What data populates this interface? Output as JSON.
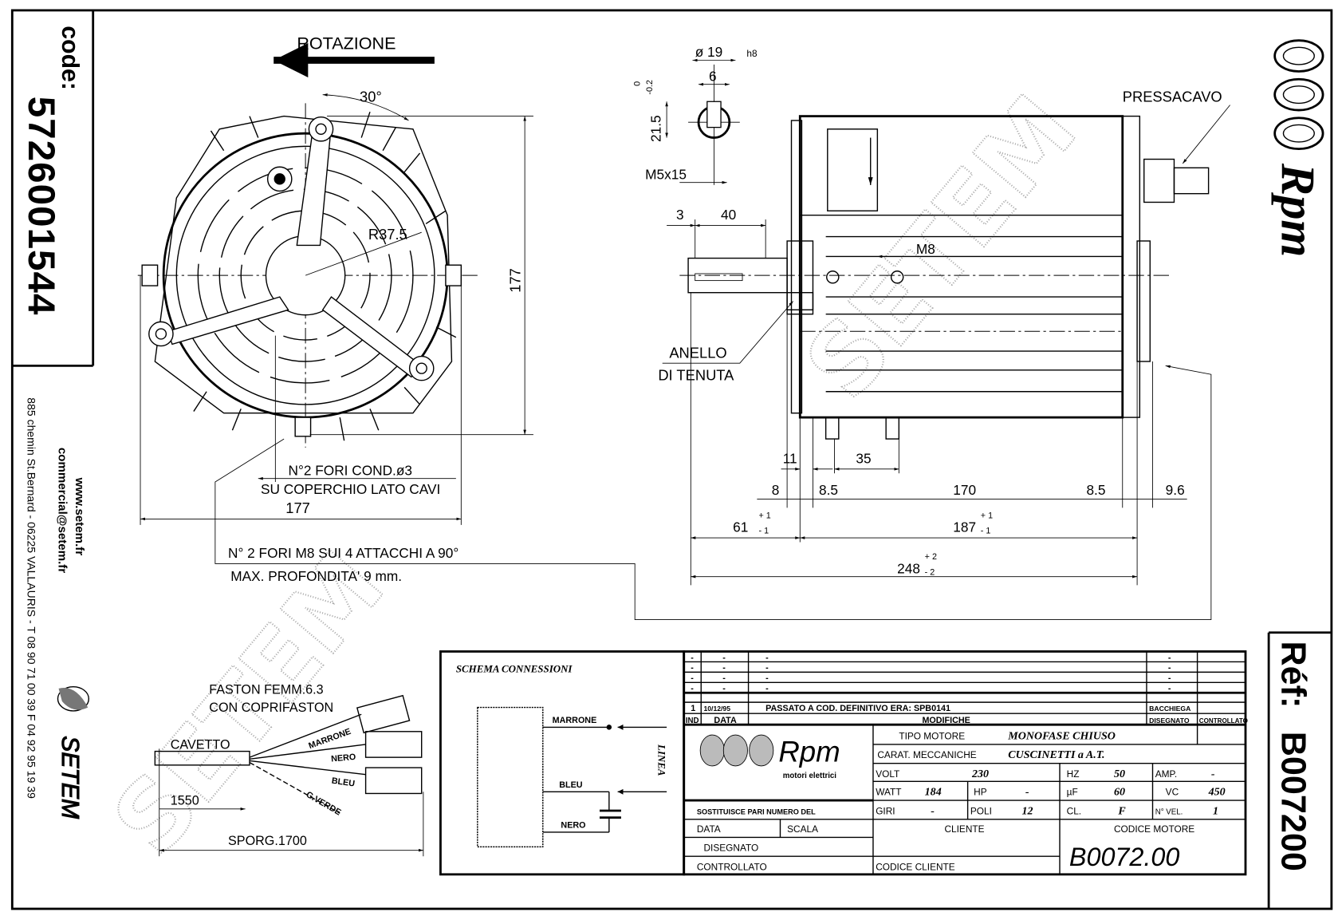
{
  "code_block": {
    "label": "code:",
    "code": "5726001544"
  },
  "contact": {
    "website": "www.setem.fr",
    "email": "commercial@setem.fr",
    "address": "885 chemin St.Bernard  -  06225 VALLAURIS  -  T 08 90 71 00 39   F 04 92 95 19 39",
    "brand": "SETEM"
  },
  "reference": {
    "label": "Réf:",
    "value": "B007200"
  },
  "rpm_logo": {
    "text": "Rpm",
    "subtitle": "motori elettrici"
  },
  "watermark": "SETEM",
  "front_view": {
    "rotation_label": "ROTAZIONE",
    "angle": "30°",
    "radius": "R37.5",
    "height_dim": "177",
    "width_dim": "177",
    "note1_line1": "N°2 FORI COND.ø3",
    "note1_line2": "SU COPERCHIO LATO CAVI",
    "note2_line1": "N° 2 FORI M8 SUI 4 ATTACCHI A 90°",
    "note2_line2": "MAX. PROFONDITA' 9 mm."
  },
  "shaft_detail": {
    "diameter": "ø 19",
    "tolerance": "h8",
    "key_width": "6",
    "key_height": "21.5",
    "key_tol_upper": "0",
    "key_tol_lower": "-0.2",
    "thread": "M5x15"
  },
  "side_view": {
    "gland_label": "PRESSACAVO",
    "seal_label_line1": "ANELLO",
    "seal_label_line2": "DI TENUTA",
    "thread_m8": "M8",
    "shaft_offset": "3",
    "shaft_length": "40",
    "dim_11": "11",
    "dim_35": "35",
    "dim_8": "8",
    "dim_8_5_left": "8.5",
    "dim_170": "170",
    "dim_8_5_right": "8.5",
    "dim_9_6": "9.6",
    "dim_61": "61",
    "dim_61_tol": [
      "+ 1",
      "- 1"
    ],
    "dim_187": "187",
    "dim_187_tol": [
      "+ 1",
      "- 1"
    ],
    "dim_248": "248",
    "dim_248_tol": [
      "+ 2",
      "- 2"
    ]
  },
  "cable": {
    "faston_line1": "FASTON FEMM.6.3",
    "faston_line2": "CON COPRIFASTON",
    "cable_label": "CAVETTO",
    "length_1550": "1550",
    "sporg": "SPORG.1700",
    "wires": [
      "MARRONE",
      "NERO",
      "BLEU",
      "G.VERDE"
    ]
  },
  "schema": {
    "title": "SCHEMA CONNESSIONI",
    "wires": [
      "MARRONE",
      "BLEU",
      "NERO"
    ],
    "line_label": "LINEA"
  },
  "title_block": {
    "revisions": [
      {
        "ind": "-",
        "data": "-",
        "desc": "-",
        "disegnato": "-",
        "controllato": ""
      },
      {
        "ind": "-",
        "data": "-",
        "desc": "-",
        "disegnato": "-",
        "controllato": ""
      },
      {
        "ind": "-",
        "data": "-",
        "desc": "-",
        "disegnato": "-",
        "controllato": ""
      },
      {
        "ind": "-",
        "data": "-",
        "desc": "-",
        "disegnato": "-",
        "controllato": ""
      },
      {
        "ind": "1",
        "data": "10/12/95",
        "desc": "PASSATO A COD. DEFINITIVO ERA: SPB0141",
        "disegnato": "BACCHIEGA",
        "controllato": ""
      }
    ],
    "headers": {
      "ind": "IND",
      "data": "DATA",
      "modifiche": "MODIFICHE",
      "disegnato": "DISEGNATO",
      "controllato": "CONTROLLATO"
    },
    "tipo_motore_label": "TIPO MOTORE",
    "tipo_motore": "MONOFASE CHIUSO",
    "carat_label": "CARAT. MECCANICHE",
    "carat": "CUSCINETTI a A.T.",
    "volt_label": "VOLT",
    "volt": "230",
    "hz_label": "HZ",
    "hz": "50",
    "amp_label": "AMP.",
    "amp": "-",
    "watt_label": "WATT",
    "watt": "184",
    "hp_label": "HP",
    "hp": "-",
    "uf_label": "µF",
    "uf": "60",
    "vc_label": "VC",
    "vc": "450",
    "giri_label": "GIRI",
    "giri": "-",
    "poli_label": "POLI",
    "poli": "12",
    "cl_label": "CL.",
    "cl": "F",
    "nvel_label": "N° VEL.",
    "nvel": "1",
    "sostituisce": "SOSTITUISCE PARI NUMERO DEL",
    "data_label": "DATA",
    "scala_label": "SCALA",
    "disegnato_label": "DISEGNATO",
    "controllato_label": "CONTROLLATO",
    "cliente_label": "CLIENTE",
    "codice_cliente_label": "CODICE CLIENTE",
    "codice_motore_label": "CODICE MOTORE",
    "codice_motore": "B0072.00"
  }
}
